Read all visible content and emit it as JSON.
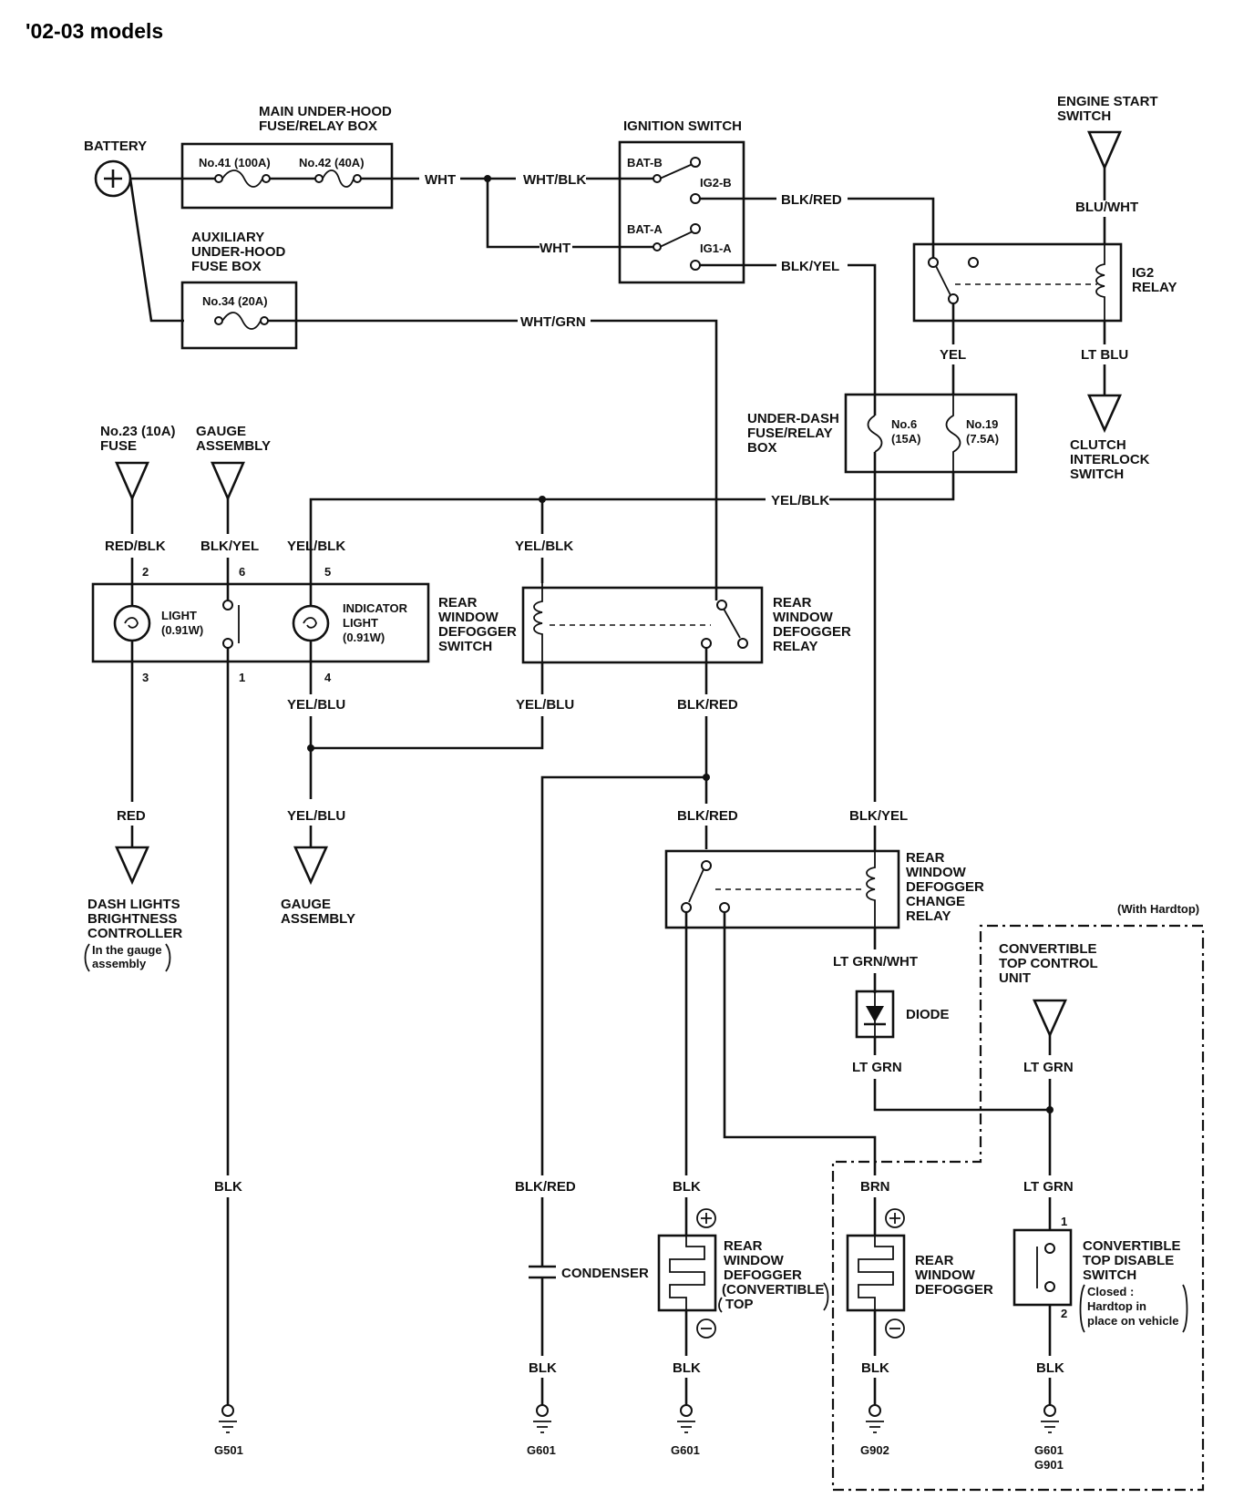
{
  "title": "'02-03 models",
  "labels": {
    "battery": "BATTERY",
    "main_fuse_box": [
      "MAIN UNDER-HOOD",
      "FUSE/RELAY BOX"
    ],
    "fuse_41": "No.41 (100A)",
    "fuse_42": "No.42 (40A)",
    "aux_fuse_box": [
      "AUXILIARY",
      "UNDER-HOOD",
      "FUSE BOX"
    ],
    "fuse_34": "No.34 (20A)",
    "ignition_switch": "IGNITION SWITCH",
    "bat_b": "BAT-B",
    "ig2_b": "IG2-B",
    "bat_a": "BAT-A",
    "ig1_a": "IG1-A",
    "engine_start_switch": [
      "ENGINE START",
      "SWITCH"
    ],
    "ig2_relay": [
      "IG2",
      "RELAY"
    ],
    "clutch_interlock": [
      "CLUTCH",
      "INTERLOCK",
      "SWITCH"
    ],
    "under_dash_box": [
      "UNDER-DASH",
      "FUSE/RELAY",
      "BOX"
    ],
    "fuse_6": [
      "No.6",
      "(15A)"
    ],
    "fuse_19": [
      "No.19",
      "(7.5A)"
    ],
    "fuse_23": [
      "No.23 (10A)",
      "FUSE"
    ],
    "gauge_assembly_top": [
      "GAUGE",
      "ASSEMBLY"
    ],
    "light": [
      "LIGHT",
      "(0.91W)"
    ],
    "indicator_light": [
      "INDICATOR",
      "LIGHT",
      "(0.91W)"
    ],
    "defogger_switch": [
      "REAR",
      "WINDOW",
      "DEFOGGER",
      "SWITCH"
    ],
    "defogger_relay": [
      "REAR",
      "WINDOW",
      "DEFOGGER",
      "RELAY"
    ],
    "dash_lights": [
      "DASH LIGHTS",
      "BRIGHTNESS",
      "CONTROLLER",
      "In the gauge",
      "assembly"
    ],
    "gauge_assembly_bottom": [
      "GAUGE",
      "ASSEMBLY"
    ],
    "change_relay": [
      "REAR",
      "WINDOW",
      "DEFOGGER",
      "CHANGE",
      "RELAY"
    ],
    "with_hardtop": "(With Hardtop)",
    "convertible_control": [
      "CONVERTIBLE",
      "TOP CONTROL",
      "UNIT"
    ],
    "diode": "DIODE",
    "condenser": "CONDENSER",
    "defogger_convertible": [
      "REAR",
      "WINDOW",
      "DEFOGGER",
      "(CONVERTIBLE",
      "TOP"
    ],
    "defogger": [
      "REAR",
      "WINDOW",
      "DEFOGGER"
    ],
    "disable_switch": [
      "CONVERTIBLE",
      "TOP DISABLE",
      "SWITCH",
      "Closed :",
      "Hardtop in",
      "place on vehicle"
    ]
  },
  "wires": {
    "wht": "WHT",
    "wht_blk": "WHT/BLK",
    "wht2": "WHT",
    "wht_grn": "WHT/GRN",
    "blk_red": "BLK/RED",
    "blk_yel": "BLK/YEL",
    "blu_wht": "BLU/WHT",
    "yel": "YEL",
    "lt_blu": "LT BLU",
    "yel_blk": "YEL/BLK",
    "red_blk": "RED/BLK",
    "blk_yel2": "BLK/YEL",
    "yel_blk2": "YEL/BLK",
    "yel_blk3": "YEL/BLK",
    "yel_blu": "YEL/BLU",
    "yel_blu2": "YEL/BLU",
    "blk_red2": "BLK/RED",
    "red": "RED",
    "yel_blu3": "YEL/BLU",
    "blk_red3": "BLK/RED",
    "blk_yel3": "BLK/YEL",
    "lt_grn_wht": "LT GRN/WHT",
    "lt_grn": "LT GRN",
    "lt_grn2": "LT GRN",
    "blk": "BLK",
    "blk_red4": "BLK/RED",
    "blk2": "BLK",
    "brn": "BRN",
    "lt_grn3": "LT GRN",
    "blk3": "BLK",
    "blk4": "BLK",
    "blk5": "BLK",
    "blk6": "BLK"
  },
  "pins": {
    "p2": "2",
    "p6": "6",
    "p5": "5",
    "p3": "3",
    "p1": "1",
    "p4": "4",
    "s1": "1",
    "s2": "2"
  },
  "grounds": {
    "g501": "G501",
    "g601a": "G601",
    "g601b": "G601",
    "g902": "G902",
    "g601c": "G601",
    "g901": "G901"
  }
}
